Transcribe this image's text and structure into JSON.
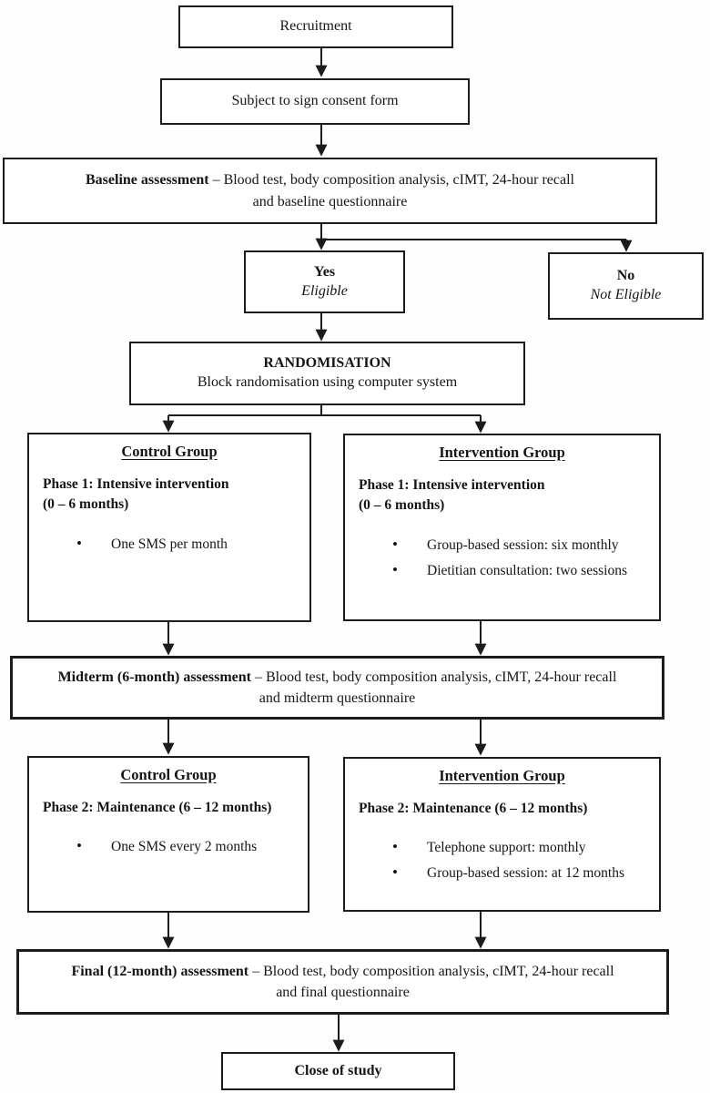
{
  "palette": {
    "line": "#1c1c1c",
    "box_bg": "#ffffff",
    "text": "#151515"
  },
  "nodes": {
    "recruitment": {
      "label": "Recruitment"
    },
    "consent": {
      "label": "Subject to sign consent form"
    },
    "baseline": {
      "title": "Baseline assessment",
      "desc": "– Blood test, body composition analysis, cIMT, 24-hour recall",
      "desc2": "and baseline questionnaire"
    },
    "yes": {
      "label": "Yes",
      "sub": "Eligible"
    },
    "no": {
      "label": "No",
      "sub": "Not Eligible"
    },
    "randomisation": {
      "title": "RANDOMISATION",
      "desc": "Block randomisation using computer system"
    },
    "control_p1": {
      "title": "Control Group",
      "phase_line1": "Phase 1: Intensive intervention",
      "phase_line2": "(0 – 6 months)",
      "bullets": [
        "One SMS per month"
      ]
    },
    "intervention_p1": {
      "title": "Intervention Group",
      "phase_line1": "Phase 1: Intensive intervention",
      "phase_line2": "(0 – 6 months)",
      "bullets": [
        "Group-based session: six monthly",
        "Dietitian consultation: two sessions"
      ]
    },
    "midterm": {
      "title": "Midterm (6-month) assessment",
      "desc": "– Blood test, body composition analysis, cIMT, 24-hour recall",
      "desc2": "and midterm questionnaire"
    },
    "control_p2": {
      "title": "Control Group",
      "phase_line1": "Phase 2: Maintenance (6 – 12 months)",
      "bullets": [
        "One SMS every 2 months"
      ]
    },
    "intervention_p2": {
      "title": "Intervention Group",
      "phase_line1": "Phase 2: Maintenance (6 – 12 months)",
      "bullets": [
        "Telephone support: monthly",
        "Group-based session: at 12 months"
      ]
    },
    "final": {
      "title": "Final (12-month) assessment",
      "desc": "– Blood test, body composition analysis, cIMT, 24-hour recall",
      "desc2": "and final questionnaire"
    },
    "close": {
      "label": "Close of study"
    }
  }
}
